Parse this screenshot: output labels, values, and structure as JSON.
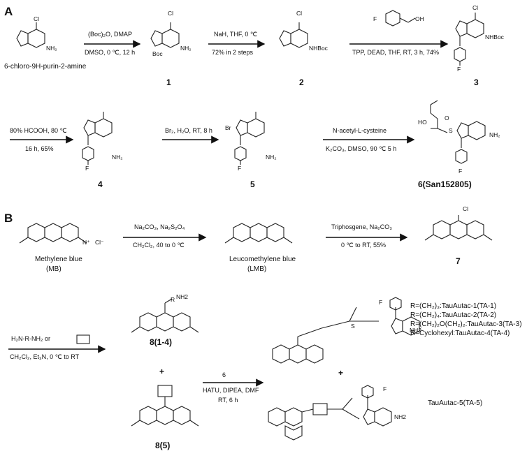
{
  "panels": {
    "a": "A",
    "b": "B"
  },
  "panel_a": {
    "sm_name": "6-chloro-9H-purin-2-amine",
    "step1": {
      "top": "(Boc)₂O, DMAP",
      "bottom": "DMSO, 0 ℃, 12 h"
    },
    "step2": {
      "top": "NaH, THF, 0 ℃",
      "bottom": "72% in 2 steps"
    },
    "step3": {
      "bottom": "TPP, DEAD, THF, RT, 3 h, 74%"
    },
    "step4": {
      "top": "80% HCOOH, 80 ℃",
      "bottom": "16 h, 65%"
    },
    "step5": {
      "top": "Br₂, H₂O, RT, 8 h"
    },
    "step6": {
      "top": "N-acetyl-L-cysteine",
      "bottom": "K₂CO₃, DMSO, 90 ℃ 5 h"
    },
    "compounds": [
      "1",
      "2",
      "3",
      "4",
      "5",
      "6(San152805)"
    ]
  },
  "panel_b": {
    "mb_name": "Methylene blue",
    "mb_abbr": "(MB)",
    "lmb_name": "Leucomethylene blue",
    "lmb_abbr": "(LMB)",
    "stepB1": {
      "top": "Na₂CO₃, Na₂S₂O₄",
      "bottom": "CH₂Cl₂, 40 to 0 ℃"
    },
    "stepB2": {
      "top": "Triphosgene, Na₂CO₃",
      "bottom": "0 ℃ to RT, 55%"
    },
    "stepB3": {
      "top": "H₂N-R-NH₂ or",
      "bottom": "CH₂Cl₂, Et₃N, 0 ℃ to RT"
    },
    "stepB4": {
      "top": "6",
      "mid": "HATU, DIPEA, DMF",
      "bottom": "RT, 6 h"
    },
    "compounds": {
      "c7": "7",
      "c8": "8(1-4)",
      "c85": "8(5)"
    },
    "plus": "+",
    "r_defs": [
      "R=(CH₂)₃:TauAutac-1(TA-1)",
      "R=(CH₂)₄:TauAutac-2(TA-2)",
      "R=(CH₂)₂O(CH₂)₂:TauAutac-3(TA-3)",
      "R=Cyclohexyl:TauAutac-4(TA-4)"
    ],
    "ta5": "TauAutac-5(TA-5)"
  }
}
